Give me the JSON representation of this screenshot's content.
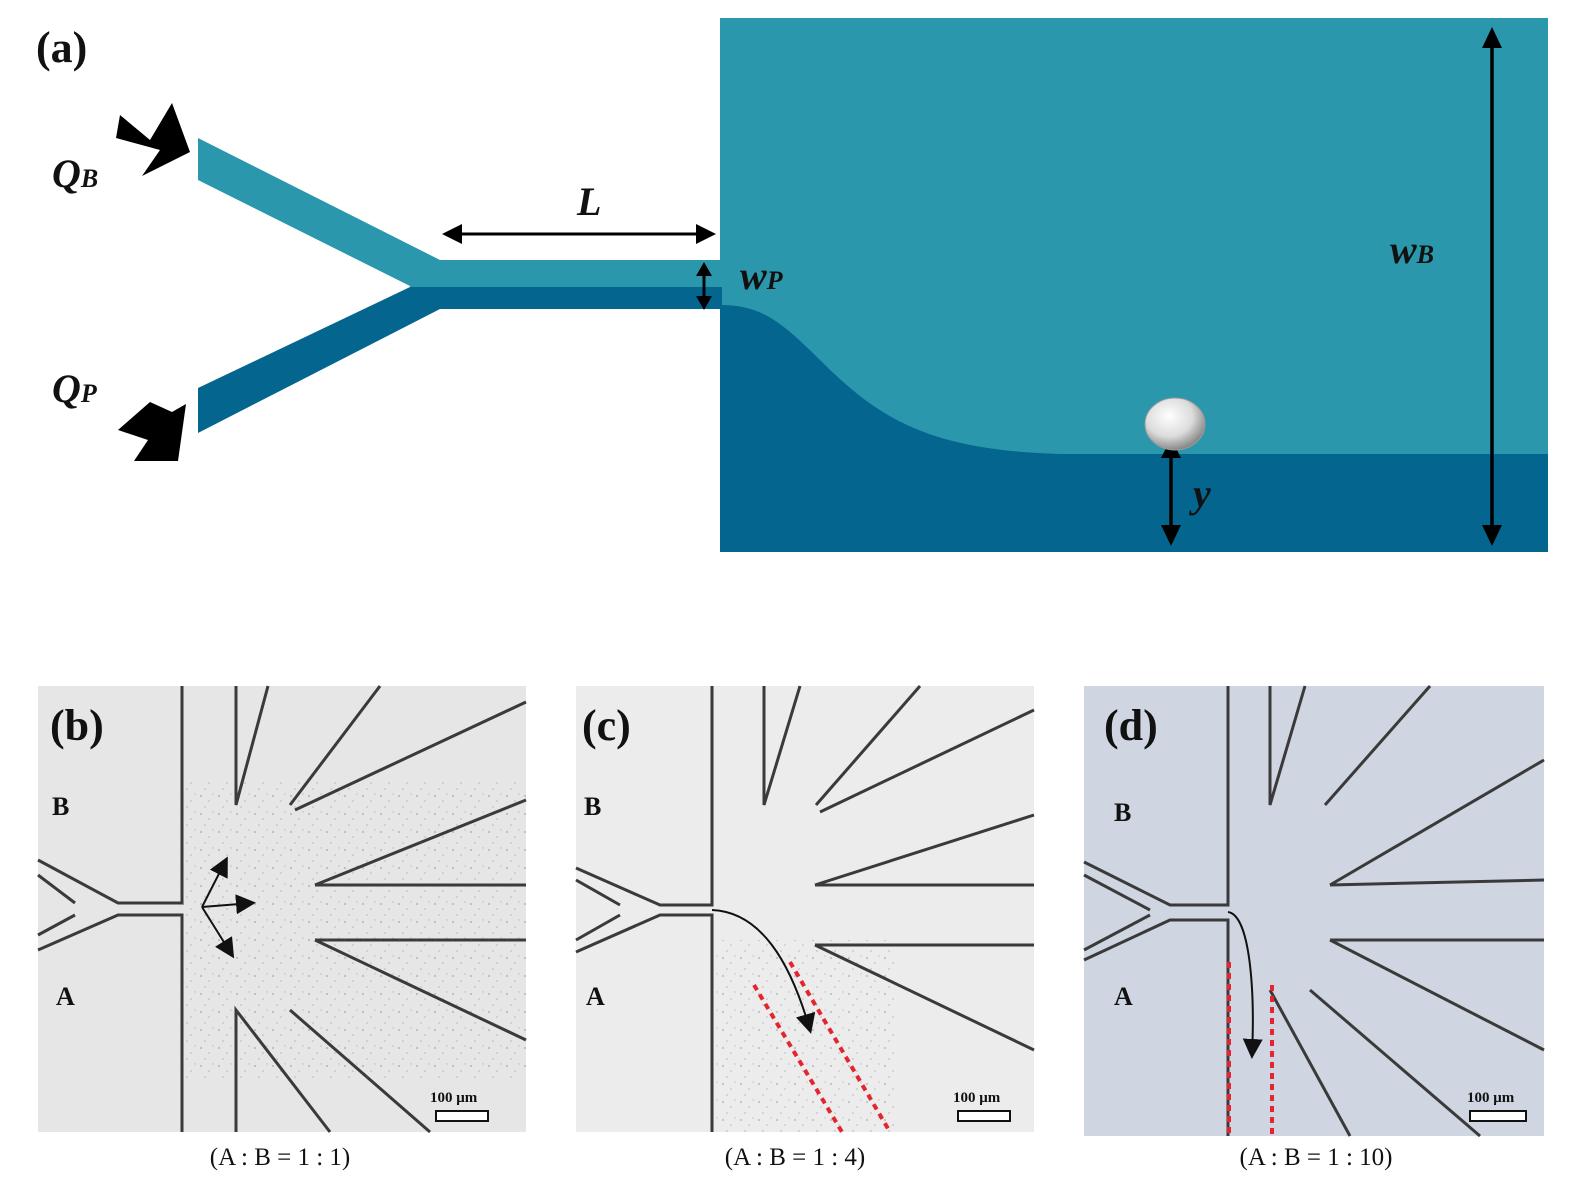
{
  "colors": {
    "buffer": "#2a97ac",
    "particle_stream": "#04668f",
    "background": "#ffffff",
    "micro_bg": "#e8e8e8",
    "micro_bg_d": "#c9d1dc",
    "dashed": "#e4252f"
  },
  "panel_a": {
    "letter": "(a)",
    "qb_main": "Q",
    "qb_sub": "B",
    "qp_main": "Q",
    "qp_sub": "P",
    "length_label": "L",
    "wp_main": "w",
    "wp_sub": "P",
    "wb_main": "w",
    "wb_sub": "B",
    "y_label": "y"
  },
  "panels": [
    {
      "letter": "(b)",
      "label_b": "B",
      "label_a": "A",
      "scale": "100 μm",
      "caption": "(A : B = 1 : 1)"
    },
    {
      "letter": "(c)",
      "label_b": "B",
      "label_a": "A",
      "scale": "100 μm",
      "caption": "(A : B = 1 : 4)"
    },
    {
      "letter": "(d)",
      "label_b": "B",
      "label_a": "A",
      "scale": "100 μm",
      "caption": "(A : B = 1 : 10)"
    }
  ]
}
